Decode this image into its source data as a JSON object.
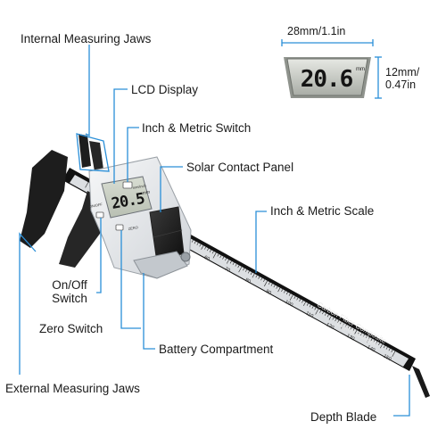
{
  "labels": {
    "internal_jaws": "Internal Measuring Jaws",
    "lcd_display": "LCD Display",
    "inch_metric_switch": "Inch & Metric Switch",
    "solar_panel": "Solar Contact Panel",
    "inch_metric_scale": "Inch & Metric Scale",
    "onoff_line1": "On/Off",
    "onoff_line2": "Switch",
    "zero_switch": "Zero Switch",
    "battery": "Battery Compartment",
    "external_jaws": "External Measuring Jaws",
    "depth_blade": "Depth Blade"
  },
  "inset": {
    "reading": "20.6",
    "unit": "mm",
    "width_dim": "28mm/1.1in",
    "height_line1": "12mm/",
    "height_line2": "0.47in"
  },
  "caliper": {
    "reading": "20.5",
    "unit": "mm",
    "btn_onoff": "ON/OFF",
    "btn_zero": "ZERO",
    "btn_mode": "mm/inch",
    "blade_text1": "Carbon Fiber Composite",
    "blade_text2": "Digital Caliper",
    "scale_numbers": [
      "10",
      "20",
      "30",
      "40",
      "50",
      "60",
      "70",
      "80",
      "90",
      "100",
      "110",
      "120",
      "130",
      "140",
      "150"
    ]
  },
  "colors": {
    "callout": "#2a8fd8",
    "body": "#e9ebee",
    "jaw": "#1d1d1d",
    "lcd": "#c9d0c4"
  }
}
